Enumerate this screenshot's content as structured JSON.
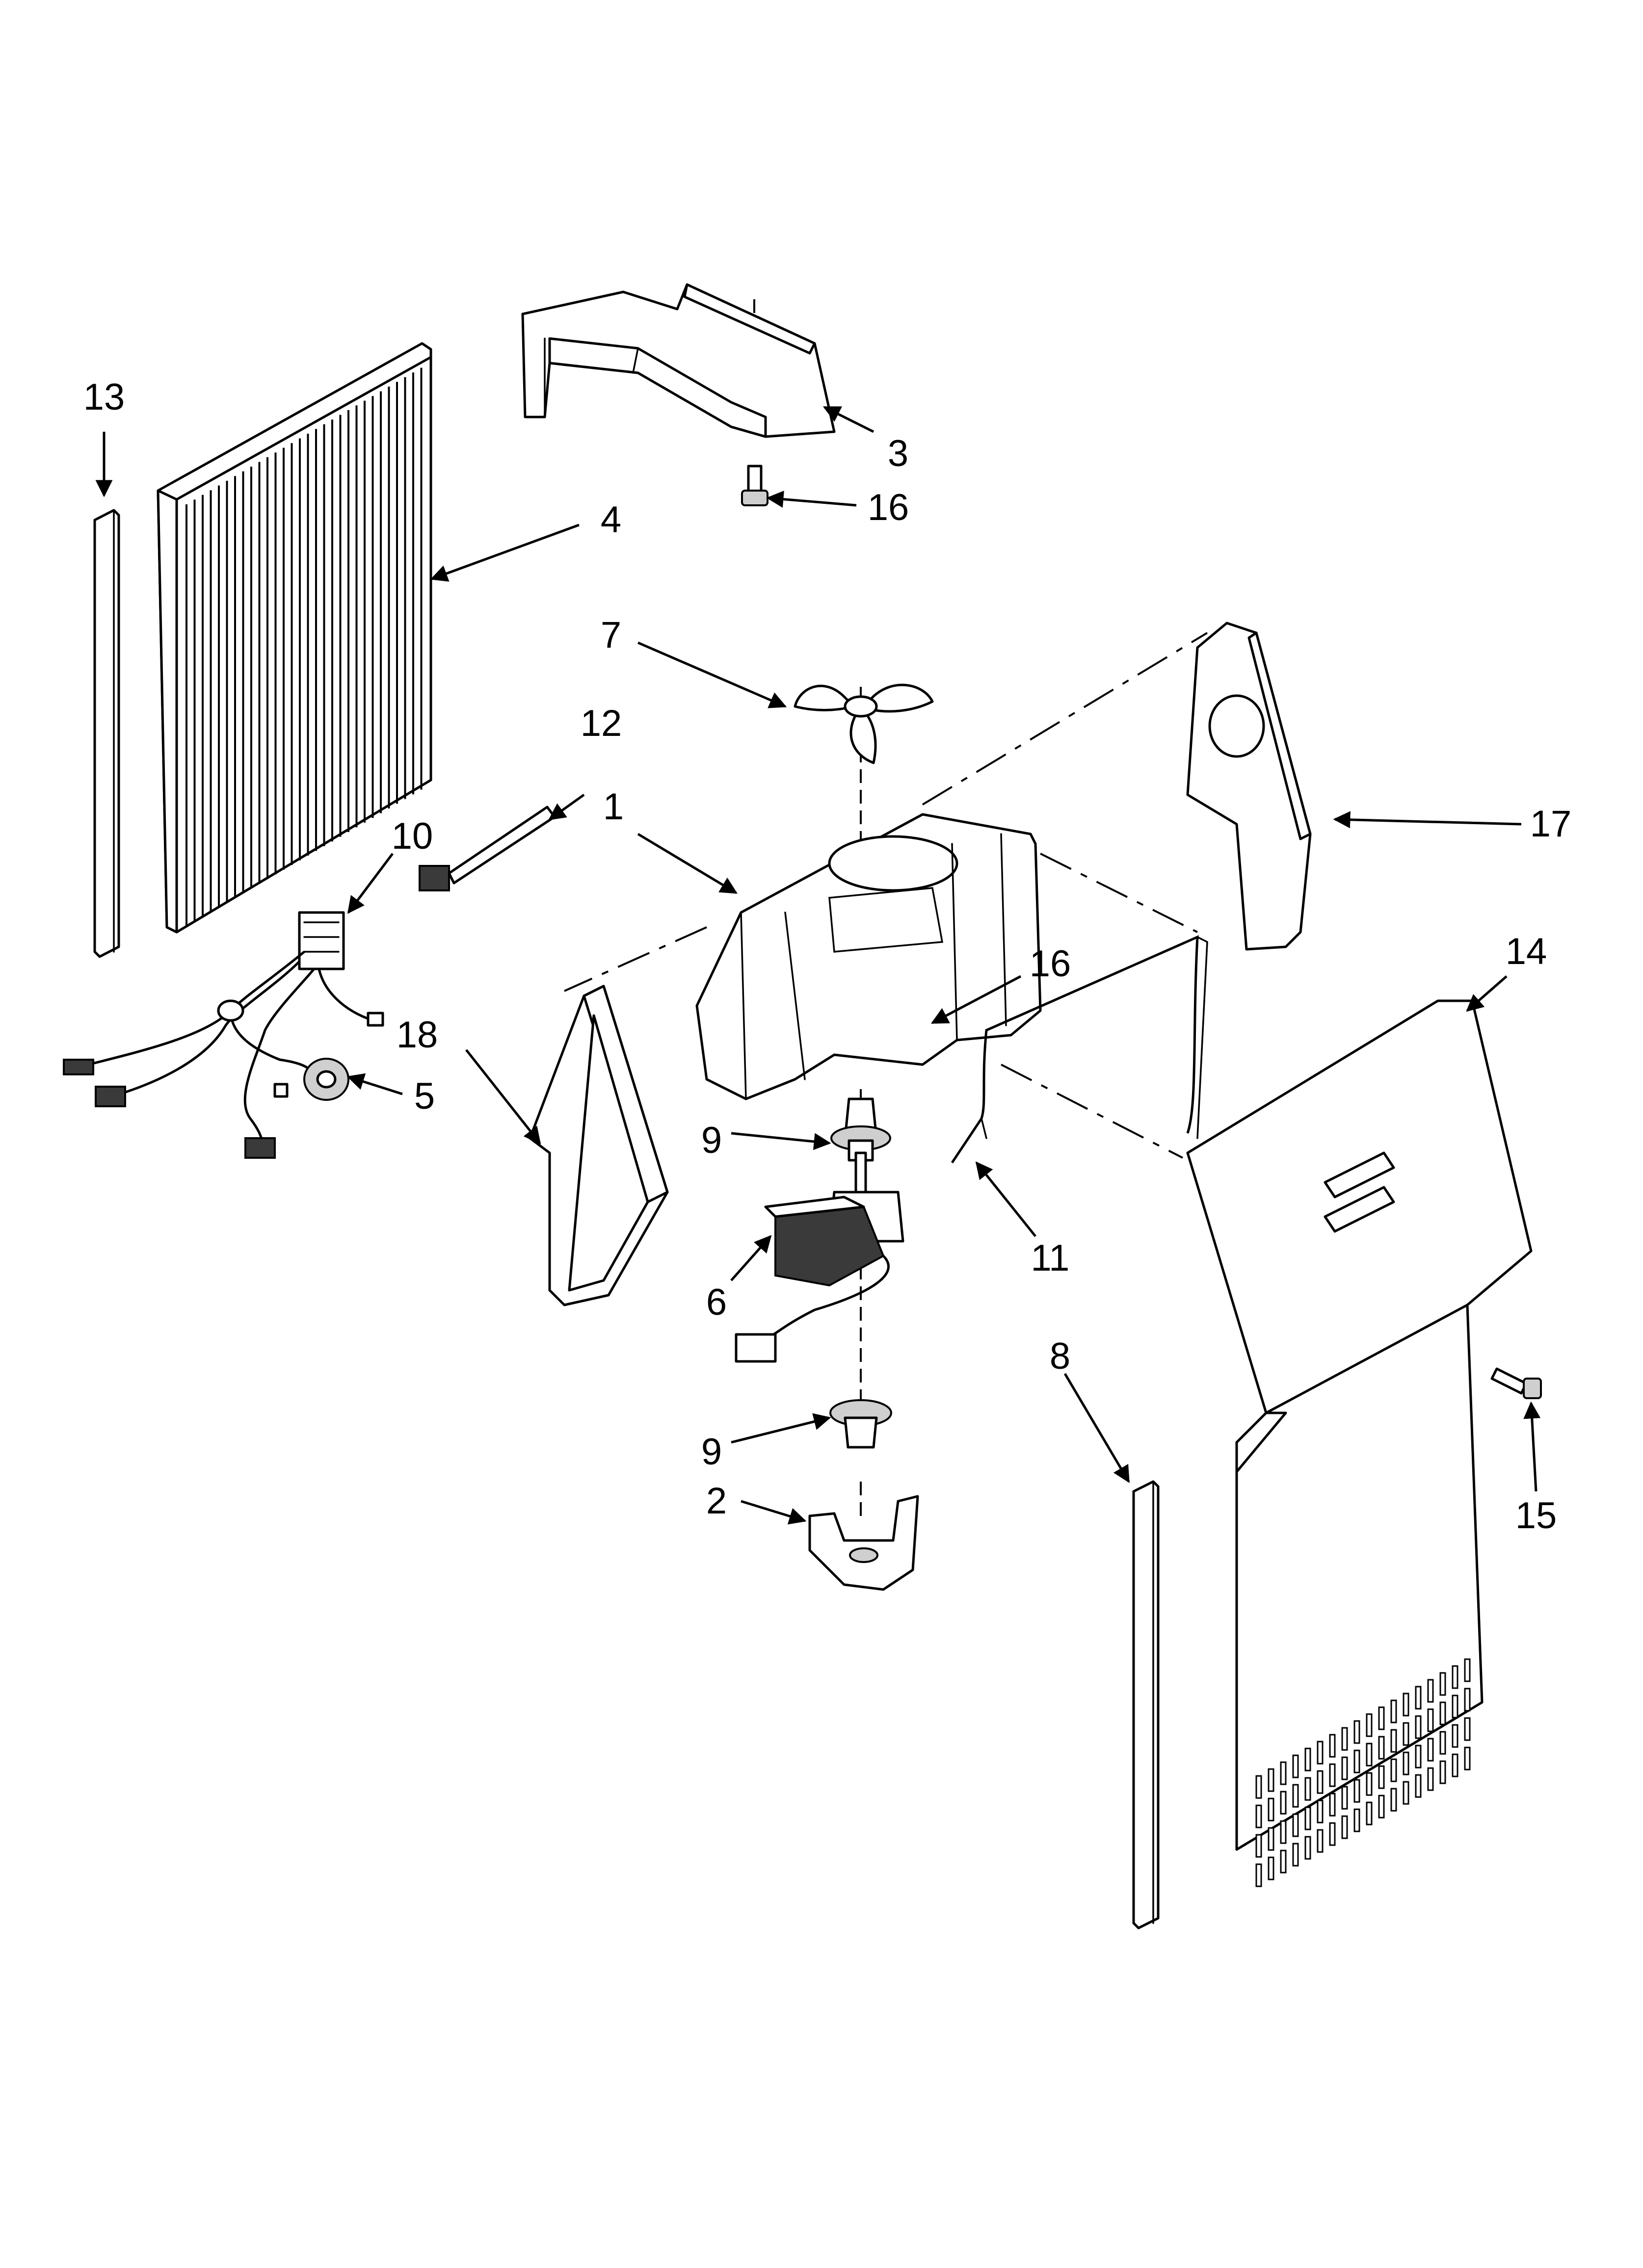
{
  "diagram": {
    "callouts": {
      "c1": "1",
      "c2": "2",
      "c3": "3",
      "c4": "4",
      "c5": "5",
      "c6": "6",
      "c7": "7",
      "c8": "8",
      "c9a": "9",
      "c9b": "9",
      "c10": "10",
      "c11": "11",
      "c12": "12",
      "c13": "13",
      "c14": "14",
      "c15": "15",
      "c16a": "16",
      "c16b": "16",
      "c17": "17",
      "c18": "18"
    }
  },
  "colors": {
    "line": "#000000",
    "background": "#ffffff",
    "shade": "#cfcfcf"
  }
}
